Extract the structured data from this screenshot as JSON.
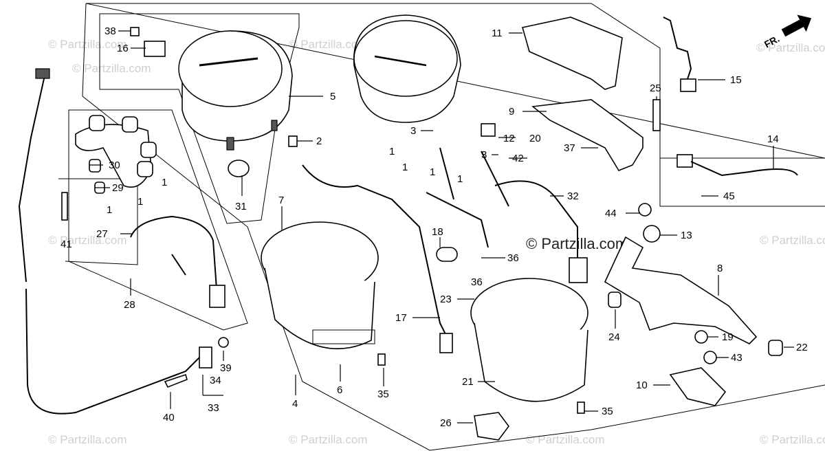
{
  "diagram": {
    "watermark_text": "© Partzilla.com",
    "center_watermark": "© Partzilla.com",
    "direction_indicator": "FR.",
    "part_labels": [
      "38",
      "16",
      "5",
      "2",
      "3",
      "12",
      "20",
      "11",
      "9",
      "25",
      "15",
      "37",
      "14",
      "30",
      "29",
      "1",
      "1",
      "1",
      "1",
      "1",
      "41",
      "27",
      "28",
      "31",
      "7",
      "3",
      "42",
      "1",
      "1",
      "32",
      "44",
      "13",
      "45",
      "18",
      "36",
      "36",
      "8",
      "23",
      "17",
      "24",
      "19",
      "22",
      "43",
      "4",
      "6",
      "35",
      "21",
      "10",
      "26",
      "35",
      "39",
      "34",
      "33",
      "40"
    ]
  },
  "icons": [
    "arrow-right-icon"
  ]
}
